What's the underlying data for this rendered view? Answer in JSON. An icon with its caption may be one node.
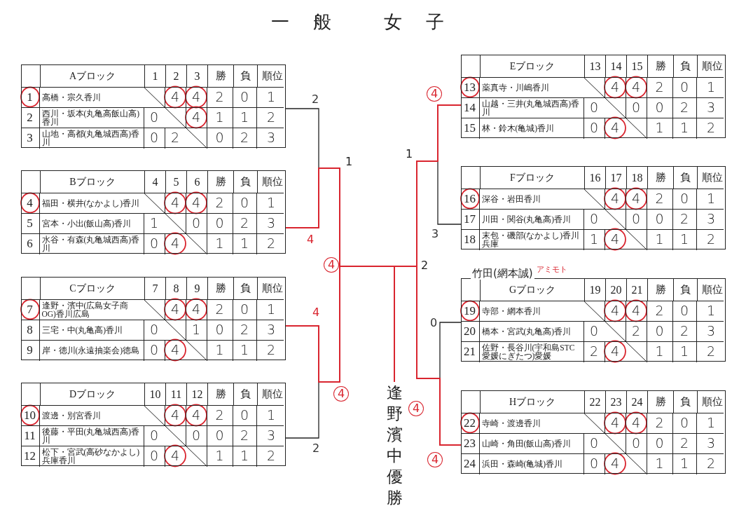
{
  "diagram": {
    "title": "一般 女子",
    "nodes": [
      {
        "text": [
          "Aブロック",
          "1",
          "2",
          "3",
          "勝",
          "負",
          "順位"
        ]
      },
      {
        "text": [
          "1",
          "高橋・宗久香川",
          "4",
          "4",
          "2",
          "0",
          "1"
        ],
        "in": 0
      },
      {
        "text": [
          "2",
          "西川・坂本(丸亀高飯山高)香川",
          "0",
          "4",
          "1",
          "1",
          "2"
        ],
        "in": 0
      },
      {
        "text": [
          "3",
          "山地・高都(丸亀城西高)香川",
          "0",
          "2",
          "0",
          "2",
          "3"
        ],
        "in": 0
      },
      {
        "text": [
          "Bブロック",
          "4",
          "5",
          "6",
          "勝",
          "負",
          "順位"
        ]
      },
      {
        "text": [
          "4",
          "福田・横井(なかよし)香川",
          "4",
          "4",
          "2",
          "0",
          "1"
        ],
        "in": 4
      },
      {
        "text": [
          "5",
          "宮本・小出(飯山高)香川",
          "1",
          "0",
          "0",
          "2",
          "3"
        ],
        "in": 4
      },
      {
        "text": [
          "6",
          "水谷・有森(丸亀城西高)香川",
          "0",
          "4",
          "1",
          "1",
          "2"
        ],
        "in": 4
      },
      {
        "text": [
          "Cブロック",
          "7",
          "8",
          "9",
          "勝",
          "負",
          "順位"
        ]
      },
      {
        "text": [
          "7",
          "逢野・濱中(広島女子商OG)香川広島",
          "4",
          "4",
          "2",
          "0",
          "1"
        ],
        "in": 8
      },
      {
        "text": [
          "8",
          "三宅・中(丸亀高)香川",
          "0",
          "1",
          "0",
          "2",
          "3"
        ],
        "in": 8
      },
      {
        "text": [
          "9",
          "岸・徳川(永遠抽楽会)徳島",
          "0",
          "4",
          "1",
          "1",
          "2"
        ],
        "in": 8
      },
      {
        "text": [
          "Dブロック",
          "10",
          "11",
          "12",
          "勝",
          "負",
          "順位"
        ]
      },
      {
        "text": [
          "10",
          "渡邊・別宮香川",
          "4",
          "4",
          "2",
          "0",
          "1"
        ],
        "in": 12
      },
      {
        "text": [
          "11",
          "後藤・平田(丸亀城西高)香川",
          "0",
          "0",
          "0",
          "2",
          "3"
        ],
        "in": 12
      },
      {
        "text": [
          "12",
          "松下・宮武(高砂なかよし)兵庫香川",
          "0",
          "4",
          "1",
          "1",
          "2"
        ],
        "in": 12
      },
      {
        "text": [
          "Eブロック",
          "13",
          "14",
          "15",
          "勝",
          "負",
          "順位"
        ]
      },
      {
        "text": [
          "13",
          "薬真寺・川嶋香川",
          "4",
          "4",
          "2",
          "0",
          "1"
        ],
        "in": 16
      },
      {
        "text": [
          "14",
          "山越・三井(丸亀城西高)香川",
          "0",
          "0",
          "0",
          "2",
          "3"
        ],
        "in": 16
      },
      {
        "text": [
          "15",
          "林・鈴木(亀城)香川",
          "0",
          "4",
          "1",
          "1",
          "2"
        ],
        "in": 16
      },
      {
        "text": [
          "Fブロック",
          "16",
          "17",
          "18",
          "勝",
          "負",
          "順位"
        ]
      },
      {
        "text": [
          "16",
          "深谷・岩田香川",
          "4",
          "4",
          "2",
          "0",
          "1"
        ],
        "in": 20
      },
      {
        "text": [
          "17",
          "川田・関谷(丸亀高)香川",
          "0",
          "0",
          "0",
          "2",
          "3"
        ],
        "in": 20
      },
      {
        "text": [
          "18",
          "末包・磯部(なかよし)香川兵庫",
          "1",
          "4",
          "1",
          "1",
          "2"
        ],
        "in": 20
      },
      {
        "text": [
          "Gブロック",
          "19",
          "20",
          "21",
          "勝",
          "負",
          "順位"
        ]
      },
      {
        "text": [
          "19",
          "寺部・網本香川",
          "4",
          "4",
          "2",
          "0",
          "1"
        ],
        "in": 24
      },
      {
        "text": [
          "20",
          "橋本・宮武(丸亀高)香川",
          "0",
          "2",
          "0",
          "2",
          "3"
        ],
        "in": 24
      },
      {
        "text": [
          "21",
          "佐野・長谷川(宇和島STC愛媛にぎたつ)愛媛",
          "2",
          "4",
          "1",
          "1",
          "2"
        ],
        "in": 24
      },
      {
        "text": [
          "Hブロック",
          "22",
          "23",
          "24",
          "勝",
          "負",
          "順位"
        ]
      },
      {
        "text": [
          "22",
          "寺崎・渡邊香川",
          "4",
          "4",
          "2",
          "0",
          "1"
        ],
        "in": 28
      },
      {
        "text": [
          "23",
          "山崎・角田(飯山高)香川",
          "0",
          "0",
          "0",
          "2",
          "3"
        ],
        "in": 28
      },
      {
        "text": [
          "24",
          "浜田・森崎(亀城)香川",
          "0",
          "4",
          "1",
          "1",
          "2"
        ],
        "in": 28
      },
      {
        "text": [
          "逢野濱中優勝"
        ]
      }
    ],
    "edges": [
      {
        "from": 0,
        "to": 32,
        "arrow": "none",
        "label": "2"
      },
      {
        "from": 4,
        "to": 32,
        "arrow": "none",
        "label": "4",
        "color": "#d9252f"
      },
      {
        "from": 8,
        "to": 32,
        "arrow": "none",
        "label": "4",
        "color": "#d9252f"
      },
      {
        "from": 12,
        "to": 32,
        "arrow": "none",
        "label": "2"
      },
      {
        "from": 16,
        "to": 32,
        "arrow": "none",
        "label": "4",
        "color": "#d9252f"
      },
      {
        "from": 20,
        "to": 32,
        "arrow": "none",
        "label": "3"
      },
      {
        "from": 24,
        "to": 32,
        "arrow": "none",
        "label": "0"
      },
      {
        "from": 28,
        "to": 32,
        "arrow": "none",
        "label": "4",
        "color": "#d9252f"
      }
    ],
    "labels": [
      "1",
      "1",
      "2",
      "4",
      "4",
      "4",
      "竹田(網本誠)",
      "アミモト"
    ]
  }
}
